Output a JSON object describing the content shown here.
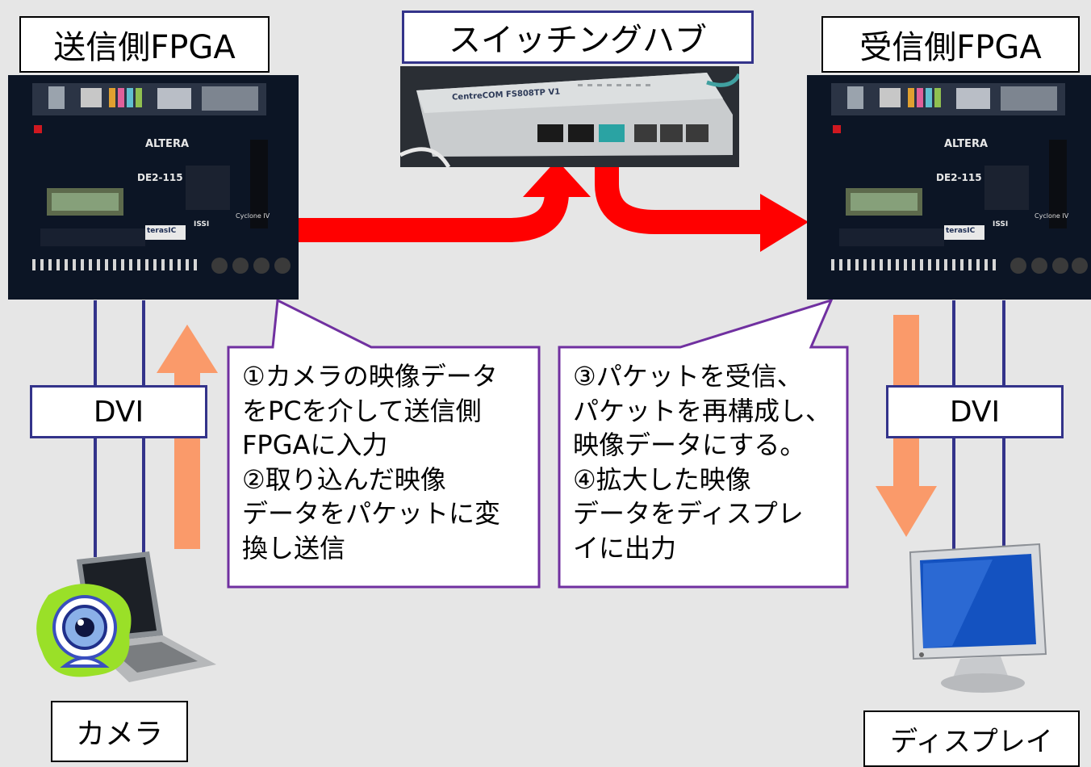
{
  "labels": {
    "sender_fpga": "送信側FPGA",
    "switching_hub": "スイッチングハブ",
    "receiver_fpga": "受信側FPGA",
    "dvi_left": "DVI",
    "dvi_right": "DVI",
    "camera": "カメラ",
    "display": "ディスプレイ"
  },
  "board_text": {
    "brand": "ALTERA",
    "model": "DE2-115",
    "chip": "Cyclone IV",
    "mem": "ISSI",
    "maker": "terasIC"
  },
  "hub_text": {
    "brand": "CentreCOM FS808TP V1"
  },
  "callouts": {
    "left": [
      "①カメラの映像データ",
      "をPCを介して送信側",
      "FPGAに入力",
      "②取り込んだ映像",
      "データをパケットに変",
      "換し送信"
    ],
    "right": [
      "③パケットを受信、",
      "パケットを再構成し、",
      "映像データにする。",
      "④拡大した映像",
      "データをディスプレ",
      "イに出力"
    ]
  },
  "colors": {
    "background": "#e6e6e6",
    "cable": "#33338a",
    "network_arrow": "#ff0000",
    "video_arrow": "#fa9a6a",
    "callout_border": "#7030a0",
    "board": "#0c1525",
    "camera_glow": "#9ae028"
  }
}
